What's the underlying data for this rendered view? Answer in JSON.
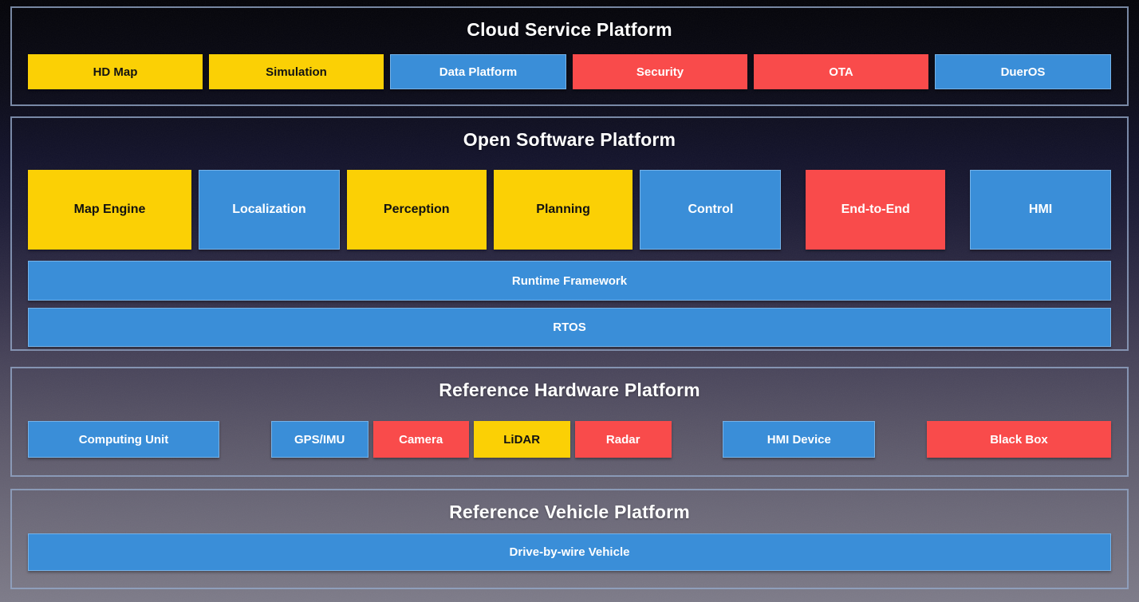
{
  "colors": {
    "yellow": "#FBD005",
    "blue": "#3A8ED8",
    "red": "#F94B4B",
    "section_border": "#93A8C8",
    "title_text": "#FFFFFF",
    "background_top": "#030308",
    "background_bottom": "#7D7B89"
  },
  "sections": {
    "cloud": {
      "title": "Cloud Service Platform",
      "boxes": [
        {
          "label": "HD Map",
          "color": "yellow"
        },
        {
          "label": "Simulation",
          "color": "yellow"
        },
        {
          "label": "Data Platform",
          "color": "blue"
        },
        {
          "label": "Security",
          "color": "red"
        },
        {
          "label": "OTA",
          "color": "red"
        },
        {
          "label": "DuerOS",
          "color": "blue"
        }
      ]
    },
    "software": {
      "title": "Open Software Platform",
      "modules": [
        {
          "label": "Map Engine",
          "color": "yellow"
        },
        {
          "label": "Localization",
          "color": "blue"
        },
        {
          "label": "Perception",
          "color": "yellow"
        },
        {
          "label": "Planning",
          "color": "yellow"
        },
        {
          "label": "Control",
          "color": "blue"
        },
        {
          "label": "End-to-End",
          "color": "red"
        },
        {
          "label": "HMI",
          "color": "blue"
        }
      ],
      "bars": [
        {
          "label": "Runtime Framework",
          "color": "blue"
        },
        {
          "label": "RTOS",
          "color": "blue"
        }
      ]
    },
    "hardware": {
      "title": "Reference Hardware Platform",
      "boxes": [
        {
          "label": "Computing Unit",
          "color": "blue"
        },
        {
          "label": "GPS/IMU",
          "color": "blue"
        },
        {
          "label": "Camera",
          "color": "red"
        },
        {
          "label": "LiDAR",
          "color": "yellow"
        },
        {
          "label": "Radar",
          "color": "red"
        },
        {
          "label": "HMI Device",
          "color": "blue"
        },
        {
          "label": "Black Box",
          "color": "red"
        }
      ]
    },
    "vehicle": {
      "title": "Reference Vehicle Platform",
      "bar": {
        "label": "Drive-by-wire Vehicle",
        "color": "blue"
      }
    }
  }
}
